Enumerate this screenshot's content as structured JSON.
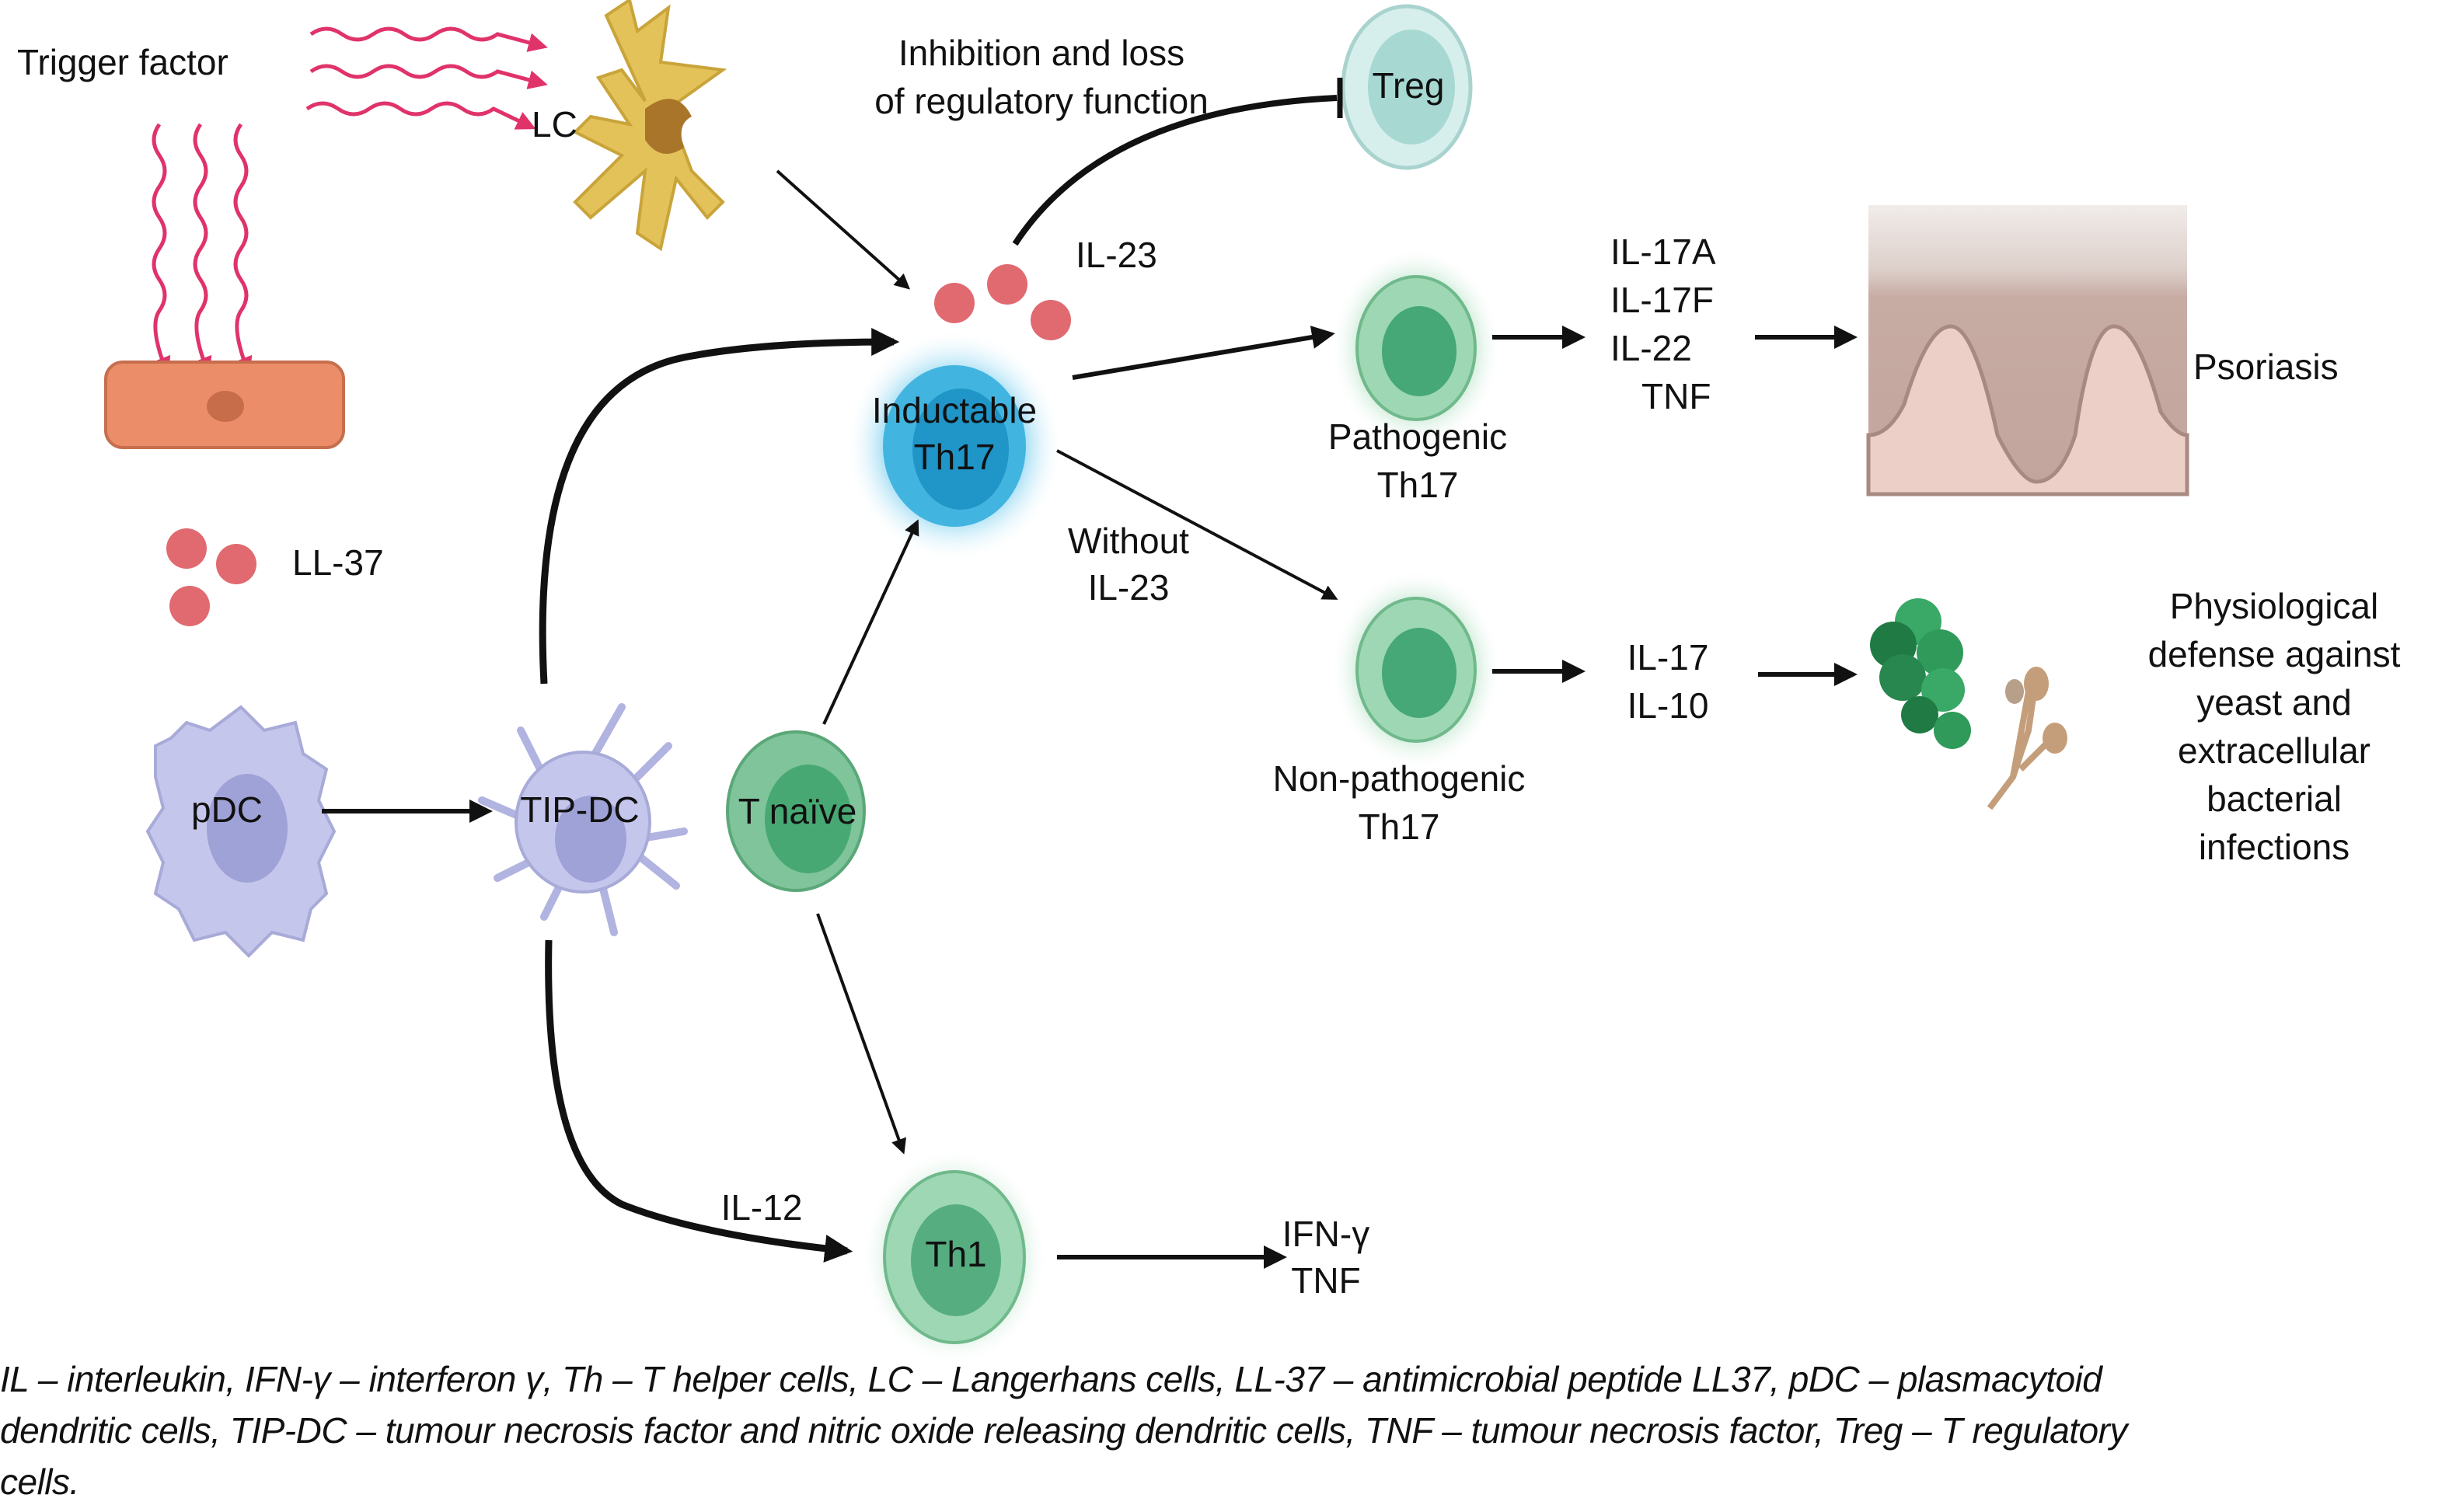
{
  "figure": {
    "labels": {
      "trigger_factor": "Trigger factor",
      "lc": "LC",
      "inhibition_line1": "Inhibition and loss",
      "inhibition_line2": "of regulatory function",
      "treg": "Treg",
      "il23": "IL-23",
      "ll37": "LL-37",
      "inductable_line1": "Inductable",
      "inductable_line2": "Th17",
      "without_line1": "Without",
      "without_line2": "IL-23",
      "pathogenic_line1": "Pathogenic",
      "pathogenic_line2": "Th17",
      "nonpathogenic_line1": "Non-pathogenic",
      "nonpathogenic_line2": "Th17",
      "pdc": "pDC",
      "tipdc": "TIP-DC",
      "tnaive": "T naïve",
      "th1": "Th1",
      "il12": "IL-12",
      "psoriasis": "Psoriasis"
    },
    "pathogenic_cytokines": [
      "IL-17A",
      "IL-17F",
      "IL-22",
      "TNF"
    ],
    "nonpathogenic_cytokines": [
      "IL-17",
      "IL-10"
    ],
    "th1_cytokines": [
      "IFN-γ",
      "TNF"
    ],
    "defense_lines": [
      "Physiological",
      "defense against",
      "yeast and",
      "extracellular",
      "bacterial",
      "infections"
    ],
    "colors": {
      "trigger": "#e0336a",
      "lc_cell": "#e3c25a",
      "keratinocyte": "#ea8d68",
      "cytokine_particle": "#e06a70",
      "dendritic": "#c5c6ec",
      "dendritic_nucleus": "#9fa2d6",
      "t_cell": "#86c9a0",
      "t_cell_nucleus": "#3fa26f",
      "th17_inductable": "#2aa2d4",
      "treg": "#bfe3e0",
      "skin_upper": "#c7aaa2",
      "skin_lower": "#ecd0c8"
    }
  },
  "caption": {
    "line1": "IL – interleukin, IFN-γ – interferon γ, Th – T helper cells, LC – Langerhans cells, LL-37 – antimicrobial peptide LL37, pDC – plasmacytoid",
    "line2": "dendritic cells, TIP-DC – tumour necrosis factor and nitric oxide releasing dendritic cells, TNF – tumour necrosis factor, Treg – T regulatory",
    "line3": "cells."
  }
}
